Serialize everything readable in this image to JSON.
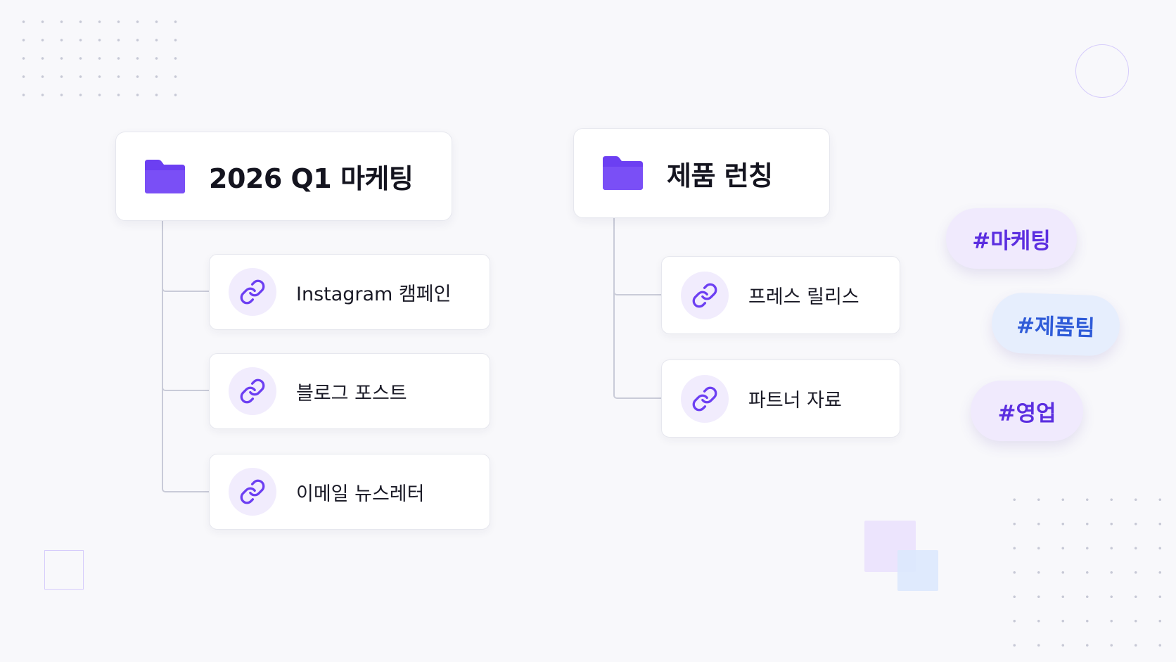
{
  "folders": [
    {
      "title": "2026 Q1 마케팅",
      "icon": "folder-icon",
      "links": [
        {
          "label": "Instagram 캠페인",
          "icon": "link-icon"
        },
        {
          "label": "블로그 포스트",
          "icon": "link-icon"
        },
        {
          "label": "이메일 뉴스레터",
          "icon": "link-icon"
        }
      ]
    },
    {
      "title": "제품 런칭",
      "icon": "folder-icon",
      "links": [
        {
          "label": "프레스 릴리스",
          "icon": "link-icon"
        },
        {
          "label": "파트너 자료",
          "icon": "link-icon"
        }
      ]
    }
  ],
  "tags": [
    {
      "label": "#마케팅",
      "color": "#5b2ee0"
    },
    {
      "label": "#제품팀",
      "color": "#2f5bd8"
    },
    {
      "label": "#영업",
      "color": "#5b2ee0"
    }
  ],
  "colors": {
    "accent": "#6c3ff2",
    "background": "#f8f8fb",
    "connector": "#c9cbd8"
  }
}
